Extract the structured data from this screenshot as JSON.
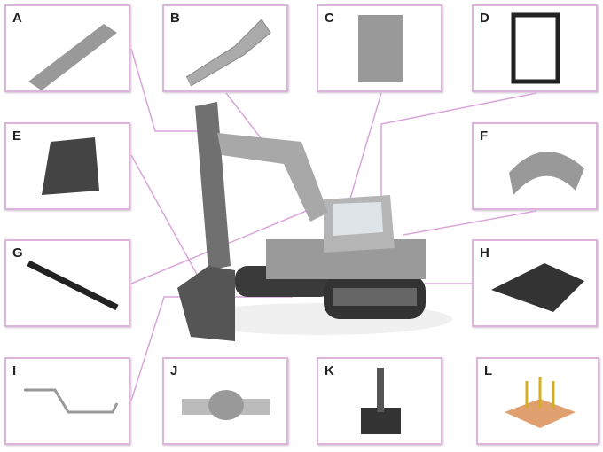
{
  "parts": [
    {
      "label": "A",
      "icon": "arm-part-icon"
    },
    {
      "label": "B",
      "icon": "boom-part-icon"
    },
    {
      "label": "C",
      "icon": "frame-part-icon"
    },
    {
      "label": "D",
      "icon": "cab-part-icon"
    },
    {
      "label": "E",
      "icon": "bucket-part-icon"
    },
    {
      "label": "F",
      "icon": "counterweight-part-icon"
    },
    {
      "label": "G",
      "icon": "hydraulic-cylinder-part-icon"
    },
    {
      "label": "H",
      "icon": "upper-frame-part-icon"
    },
    {
      "label": "I",
      "icon": "pipe-part-icon"
    },
    {
      "label": "J",
      "icon": "axle-part-icon"
    },
    {
      "label": "K",
      "icon": "excavator-front-part-icon"
    },
    {
      "label": "L",
      "icon": "electronic-module-part-icon"
    }
  ],
  "colors": {
    "border": "#dcb4dc",
    "line": "#d9a6d9",
    "machine": "#8c8c8c"
  }
}
